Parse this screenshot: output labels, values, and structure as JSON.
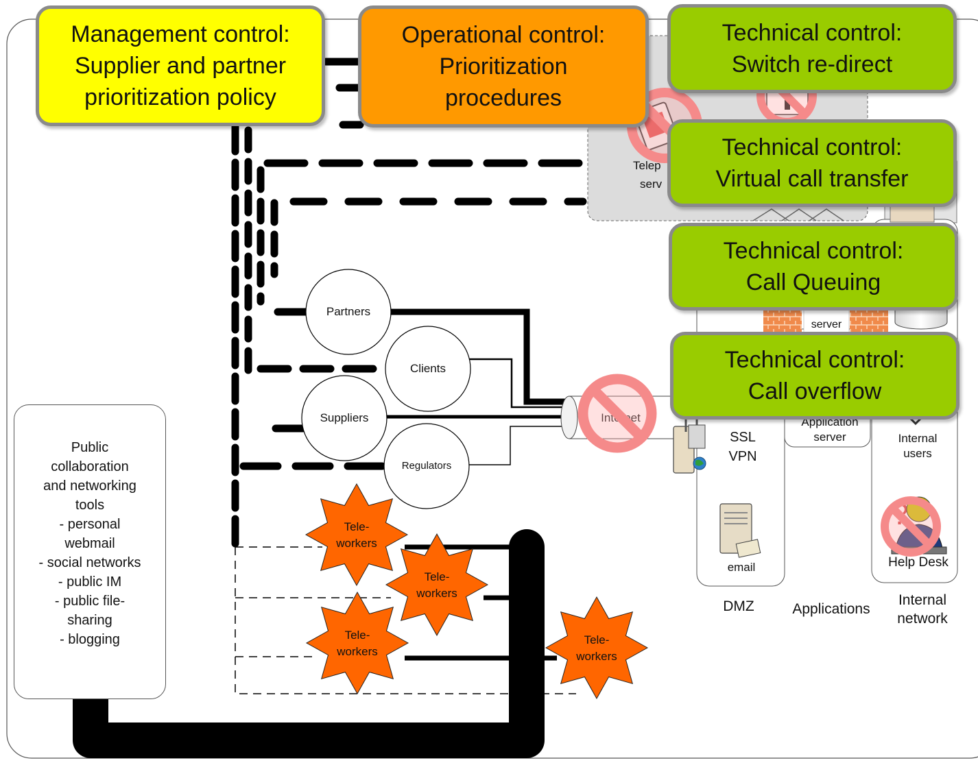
{
  "callouts": {
    "management": {
      "line1": "Management control:",
      "line2": "Supplier and partner",
      "line3": "prioritization policy",
      "color": "#ffff00"
    },
    "operational": {
      "line1": "Operational control:",
      "line2": "Prioritization",
      "line3": "procedures",
      "color": "#ff9900"
    },
    "switch_redirect": {
      "line1": "Technical control:",
      "line2": "Switch re-direct",
      "color": "#99cc00"
    },
    "virtual_call": {
      "line1": "Technical control:",
      "line2": "Virtual call transfer",
      "color": "#99cc00"
    },
    "call_queuing": {
      "line1": "Technical control:",
      "line2": "Call Queuing",
      "color": "#99cc00"
    },
    "call_overflow": {
      "line1": "Technical control:",
      "line2": "Call overflow",
      "color": "#99cc00"
    }
  },
  "public_tools": {
    "lines": [
      "Public",
      "collaboration",
      "and networking",
      "tools",
      "- personal",
      "webmail",
      "- social networks",
      "- public IM",
      "- public file-",
      "sharing",
      "- blogging"
    ]
  },
  "circles": {
    "partners": "Partners",
    "clients": "Clients",
    "suppliers": "Suppliers",
    "regulators": "Regulators"
  },
  "teleworkers": {
    "line1": "Tele-",
    "line2": "workers",
    "color": "#ff6600"
  },
  "network": {
    "internet": "Internet",
    "telephony_partial": "Telep",
    "telephony_partial2": "serv",
    "ssl": "SSL",
    "vpn": "VPN",
    "email": "email",
    "dmz": "DMZ",
    "applications": "Applications",
    "app_server1": "Application",
    "app_server2": "server",
    "server": "server",
    "internal_users1": "Internal",
    "internal_users2": "users",
    "help_desk": "Help Desk",
    "internal_network1": "Internal",
    "internal_network2": "network"
  }
}
